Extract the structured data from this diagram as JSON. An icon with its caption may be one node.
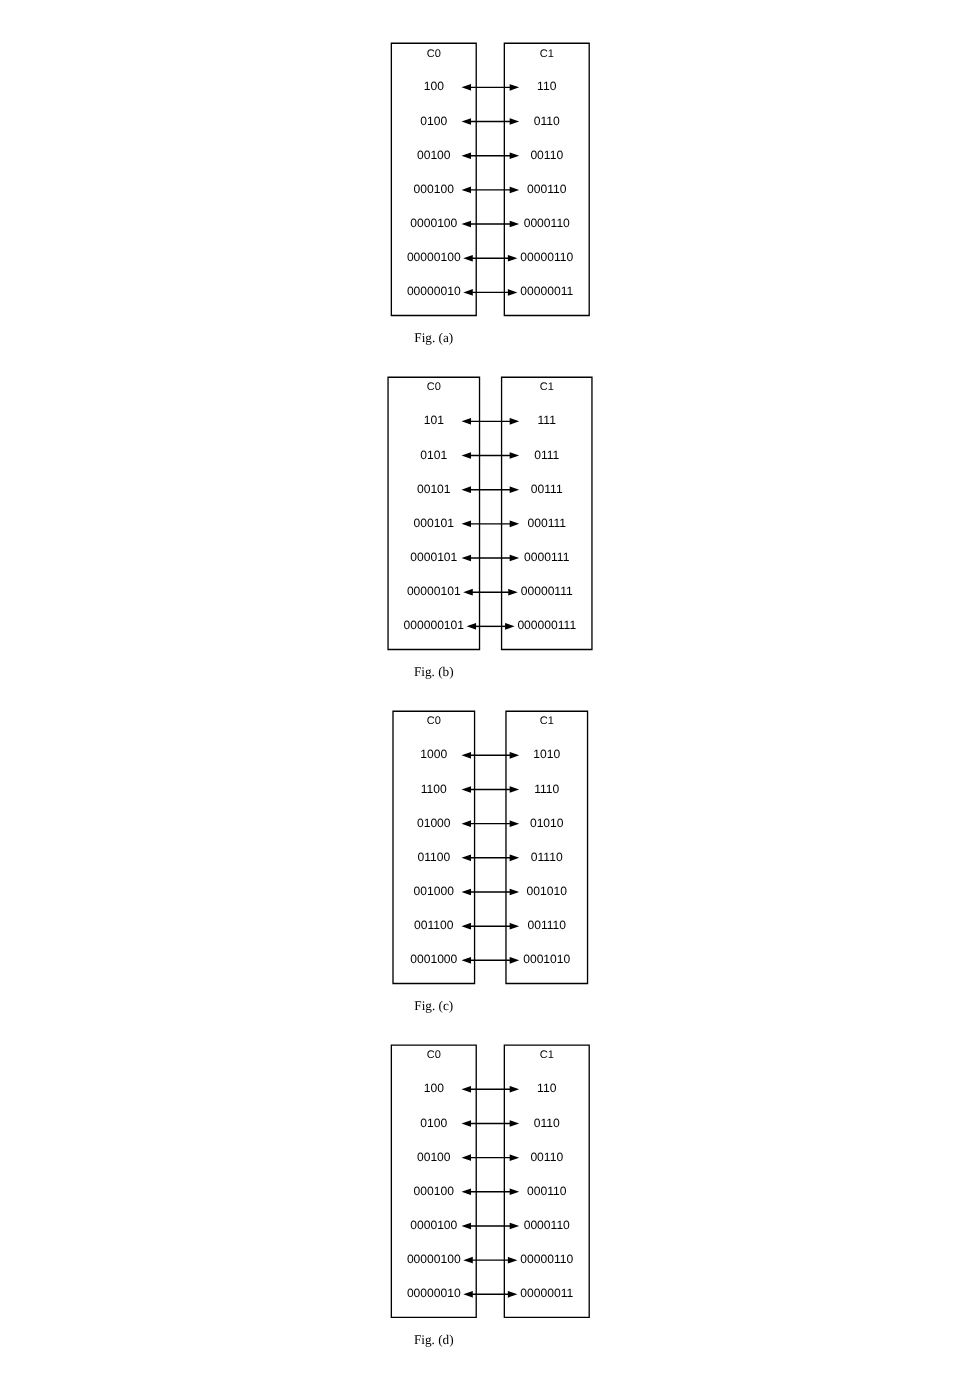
{
  "diagram": {
    "nodes": [
      {
        "text": [
          "C0"
        ]
      },
      {
        "text": [
          "100"
        ],
        "in": 0
      },
      {
        "text": [
          "0100"
        ],
        "in": 0
      },
      {
        "text": [
          "00100"
        ],
        "in": 0
      },
      {
        "text": [
          "000100"
        ],
        "in": 0
      },
      {
        "text": [
          "0000100"
        ],
        "in": 0
      },
      {
        "text": [
          "00000100"
        ],
        "in": 0
      },
      {
        "text": [
          "00000010"
        ],
        "in": 0
      },
      {
        "text": [
          "C1"
        ]
      },
      {
        "text": [
          "110"
        ],
        "in": 8
      },
      {
        "text": [
          "0110"
        ],
        "in": 8
      },
      {
        "text": [
          "00110"
        ],
        "in": 8
      },
      {
        "text": [
          "000110"
        ],
        "in": 8
      },
      {
        "text": [
          "0000110"
        ],
        "in": 8
      },
      {
        "text": [
          "00000110"
        ],
        "in": 8
      },
      {
        "text": [
          "00000011"
        ],
        "in": 8
      },
      {
        "text": [
          "C0"
        ]
      },
      {
        "text": [
          "101"
        ],
        "in": 16
      },
      {
        "text": [
          "0101"
        ],
        "in": 16
      },
      {
        "text": [
          "00101"
        ],
        "in": 16
      },
      {
        "text": [
          "000101"
        ],
        "in": 16
      },
      {
        "text": [
          "0000101"
        ],
        "in": 16
      },
      {
        "text": [
          "00000101"
        ],
        "in": 16
      },
      {
        "text": [
          "000000101"
        ],
        "in": 16
      },
      {
        "text": [
          "C1"
        ]
      },
      {
        "text": [
          "111"
        ],
        "in": 24
      },
      {
        "text": [
          "0111"
        ],
        "in": 24
      },
      {
        "text": [
          "00111"
        ],
        "in": 24
      },
      {
        "text": [
          "000111"
        ],
        "in": 24
      },
      {
        "text": [
          "0000111"
        ],
        "in": 24
      },
      {
        "text": [
          "00000111"
        ],
        "in": 24
      },
      {
        "text": [
          "000000111"
        ],
        "in": 24
      },
      {
        "text": [
          "C0"
        ]
      },
      {
        "text": [
          "1000"
        ],
        "in": 32
      },
      {
        "text": [
          "1100"
        ],
        "in": 32
      },
      {
        "text": [
          "01000"
        ],
        "in": 32
      },
      {
        "text": [
          "01100"
        ],
        "in": 32
      },
      {
        "text": [
          "001000"
        ],
        "in": 32
      },
      {
        "text": [
          "001100"
        ],
        "in": 32
      },
      {
        "text": [
          "0001000"
        ],
        "in": 32
      },
      {
        "text": [
          "C1"
        ]
      },
      {
        "text": [
          "1010"
        ],
        "in": 40
      },
      {
        "text": [
          "1110"
        ],
        "in": 40
      },
      {
        "text": [
          "01010"
        ],
        "in": 40
      },
      {
        "text": [
          "01110"
        ],
        "in": 40
      },
      {
        "text": [
          "001010"
        ],
        "in": 40
      },
      {
        "text": [
          "001110"
        ],
        "in": 40
      },
      {
        "text": [
          "0001010"
        ],
        "in": 40
      },
      {
        "text": [
          "C0"
        ]
      },
      {
        "text": [
          "100"
        ],
        "in": 48
      },
      {
        "text": [
          "0100"
        ],
        "in": 48
      },
      {
        "text": [
          "00100"
        ],
        "in": 48
      },
      {
        "text": [
          "000100"
        ],
        "in": 48
      },
      {
        "text": [
          "0000100"
        ],
        "in": 48
      },
      {
        "text": [
          "00000100"
        ],
        "in": 48
      },
      {
        "text": [
          "00000010"
        ],
        "in": 48
      },
      {
        "text": [
          "C1"
        ]
      },
      {
        "text": [
          "110"
        ],
        "in": 56
      },
      {
        "text": [
          "0110"
        ],
        "in": 56
      },
      {
        "text": [
          "00110"
        ],
        "in": 56
      },
      {
        "text": [
          "000110"
        ],
        "in": 56
      },
      {
        "text": [
          "0000110"
        ],
        "in": 56
      },
      {
        "text": [
          "00000110"
        ],
        "in": 56
      },
      {
        "text": [
          "00000011"
        ],
        "in": 56
      }
    ],
    "edges": [
      {
        "from": 1,
        "to": 9,
        "arrow": "both"
      },
      {
        "from": 2,
        "to": 10,
        "arrow": "both"
      },
      {
        "from": 3,
        "to": 11,
        "arrow": "both"
      },
      {
        "from": 4,
        "to": 12,
        "arrow": "both"
      },
      {
        "from": 5,
        "to": 13,
        "arrow": "both"
      },
      {
        "from": 6,
        "to": 14,
        "arrow": "both"
      },
      {
        "from": 7,
        "to": 15,
        "arrow": "both"
      },
      {
        "from": 17,
        "to": 25,
        "arrow": "both"
      },
      {
        "from": 18,
        "to": 26,
        "arrow": "both"
      },
      {
        "from": 19,
        "to": 27,
        "arrow": "both"
      },
      {
        "from": 20,
        "to": 28,
        "arrow": "both"
      },
      {
        "from": 21,
        "to": 29,
        "arrow": "both"
      },
      {
        "from": 22,
        "to": 30,
        "arrow": "both"
      },
      {
        "from": 23,
        "to": 31,
        "arrow": "both"
      },
      {
        "from": 33,
        "to": 41,
        "arrow": "both"
      },
      {
        "from": 34,
        "to": 42,
        "arrow": "both"
      },
      {
        "from": 35,
        "to": 43,
        "arrow": "both"
      },
      {
        "from": 36,
        "to": 44,
        "arrow": "both"
      },
      {
        "from": 37,
        "to": 45,
        "arrow": "both"
      },
      {
        "from": 38,
        "to": 46,
        "arrow": "both"
      },
      {
        "from": 39,
        "to": 47,
        "arrow": "both"
      },
      {
        "from": 49,
        "to": 57,
        "arrow": "both"
      },
      {
        "from": 50,
        "to": 58,
        "arrow": "both"
      },
      {
        "from": 51,
        "to": 59,
        "arrow": "both"
      },
      {
        "from": 52,
        "to": 60,
        "arrow": "both"
      },
      {
        "from": 53,
        "to": 61,
        "arrow": "both"
      },
      {
        "from": 54,
        "to": 62,
        "arrow": "both"
      },
      {
        "from": 55,
        "to": 63,
        "arrow": "both"
      }
    ],
    "labels": [
      "Fig. (a)",
      "Fig. (b)",
      "Fig. (c)",
      "Fig. (d)"
    ]
  }
}
